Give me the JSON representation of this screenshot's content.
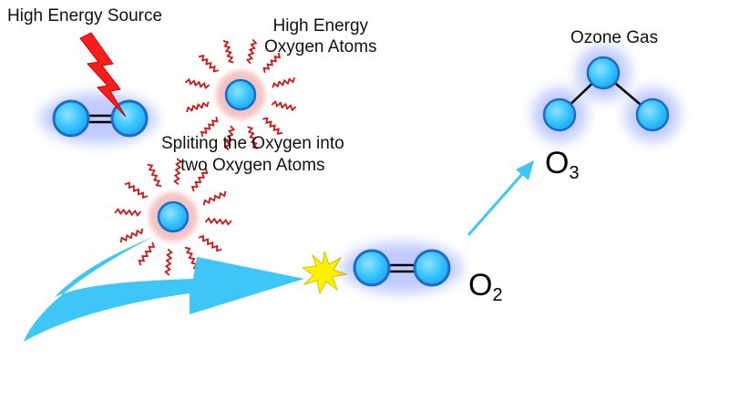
{
  "labels": {
    "high_energy_source": "High Energy Source",
    "high_energy_atoms_line1": "High Energy",
    "high_energy_atoms_line2": "Oxygen Atoms",
    "splitting_line1": "Spliting the Oxygen into",
    "splitting_line2": "two Oxygen Atoms",
    "ozone_gas": "Ozone Gas"
  },
  "formulas": {
    "ozone_symbol": "O",
    "ozone_subscript": "3",
    "oxygen_symbol": "O",
    "oxygen_subscript": "2"
  },
  "colors": {
    "atom_fill": "#35c3ff",
    "atom_stroke": "#1a6cc8",
    "atom_glow": "#4f6bff",
    "energized_halo": "#f2b9b9",
    "energy_rays": "#d41414",
    "lightning": "#ff1c1c",
    "arrow": "#3ec6f7",
    "spark": "#ffef00",
    "bonds": "#000000"
  }
}
